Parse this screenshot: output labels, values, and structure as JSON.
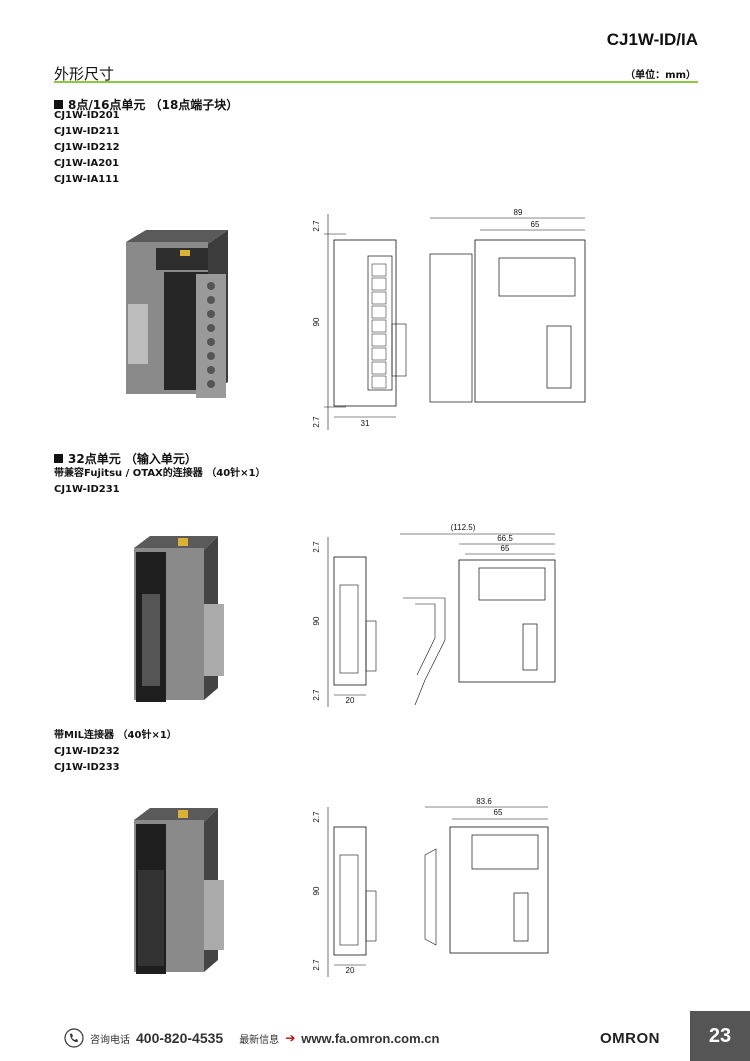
{
  "header": {
    "model": "CJ1W-ID/IA",
    "section_title": "外形尺寸",
    "unit": "（单位：mm）"
  },
  "section1": {
    "title": "8点/16点单元 （18点端子块）",
    "models": [
      "CJ1W-ID201",
      "CJ1W-ID211",
      "CJ1W-ID212",
      "CJ1W-IA201",
      "CJ1W-IA111"
    ],
    "dims": {
      "top": "2.7",
      "height": "90",
      "bottom": "2.7",
      "width": "31",
      "depth_total": "89",
      "depth": "65"
    }
  },
  "section2": {
    "title": "32点单元 （输入单元）",
    "subtitle": "带兼容Fujitsu / OTAX的连接器 （40针×1）",
    "models": [
      "CJ1W-ID231"
    ],
    "dims": {
      "top": "2.7",
      "height": "90",
      "bottom": "2.7",
      "width": "20",
      "depth_outer": "(112.5)",
      "depth_total": "66.5",
      "depth": "65"
    }
  },
  "section3": {
    "title": "带MIL连接器 （40针×1）",
    "models": [
      "CJ1W-ID232",
      "CJ1W-ID233"
    ],
    "dims": {
      "top": "2.7",
      "height": "90",
      "bottom": "2.7",
      "width": "20",
      "depth_total": "83.6",
      "depth": "65"
    }
  },
  "footer": {
    "phone_label": "咨询电话",
    "phone": "400-820-4535",
    "news_label": "最新信息",
    "arrow": "➔",
    "url": "www.fa.omron.com.cn",
    "brand": "OMRON",
    "page": "23"
  }
}
